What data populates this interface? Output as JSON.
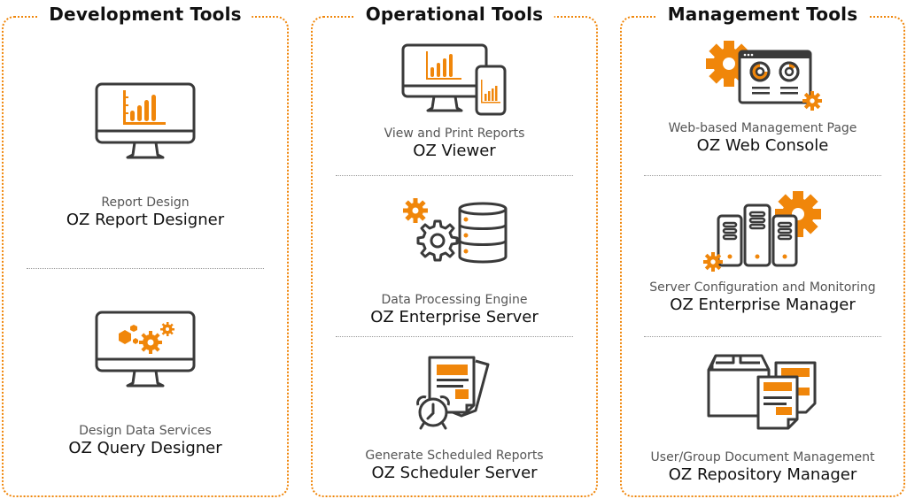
{
  "colors": {
    "accent": "#f0860a",
    "icon_stroke": "#3a3a3a",
    "separator": "#999999",
    "subtitle": "#555555"
  },
  "panels": [
    {
      "title": "Development Tools",
      "items": [
        {
          "icon": "monitor-bar-chart-icon",
          "subtitle": "Report Design",
          "name": "OZ Report Designer"
        },
        {
          "icon": "monitor-cubes-gears-icon",
          "subtitle": "Design Data Services",
          "name": "OZ Query Designer"
        }
      ]
    },
    {
      "title": "Operational Tools",
      "items": [
        {
          "icon": "monitor-tablet-chart-icon",
          "subtitle": "View and Print Reports",
          "name": "OZ Viewer"
        },
        {
          "icon": "gear-database-icon",
          "subtitle": "Data Processing Engine",
          "name": "OZ Enterprise Server"
        },
        {
          "icon": "alarm-clock-document-icon",
          "subtitle": "Generate Scheduled Reports",
          "name": "OZ Scheduler Server"
        }
      ]
    },
    {
      "title": "Management Tools",
      "items": [
        {
          "icon": "gear-browser-dashboard-icon",
          "subtitle": "Web-based Management Page",
          "name": "OZ Web Console"
        },
        {
          "icon": "servers-gears-icon",
          "subtitle": "Server Configuration and Monitoring",
          "name": "OZ Enterprise Manager"
        },
        {
          "icon": "box-documents-icon",
          "subtitle": "User/Group Document Management",
          "name": "OZ Repository Manager"
        }
      ]
    }
  ]
}
